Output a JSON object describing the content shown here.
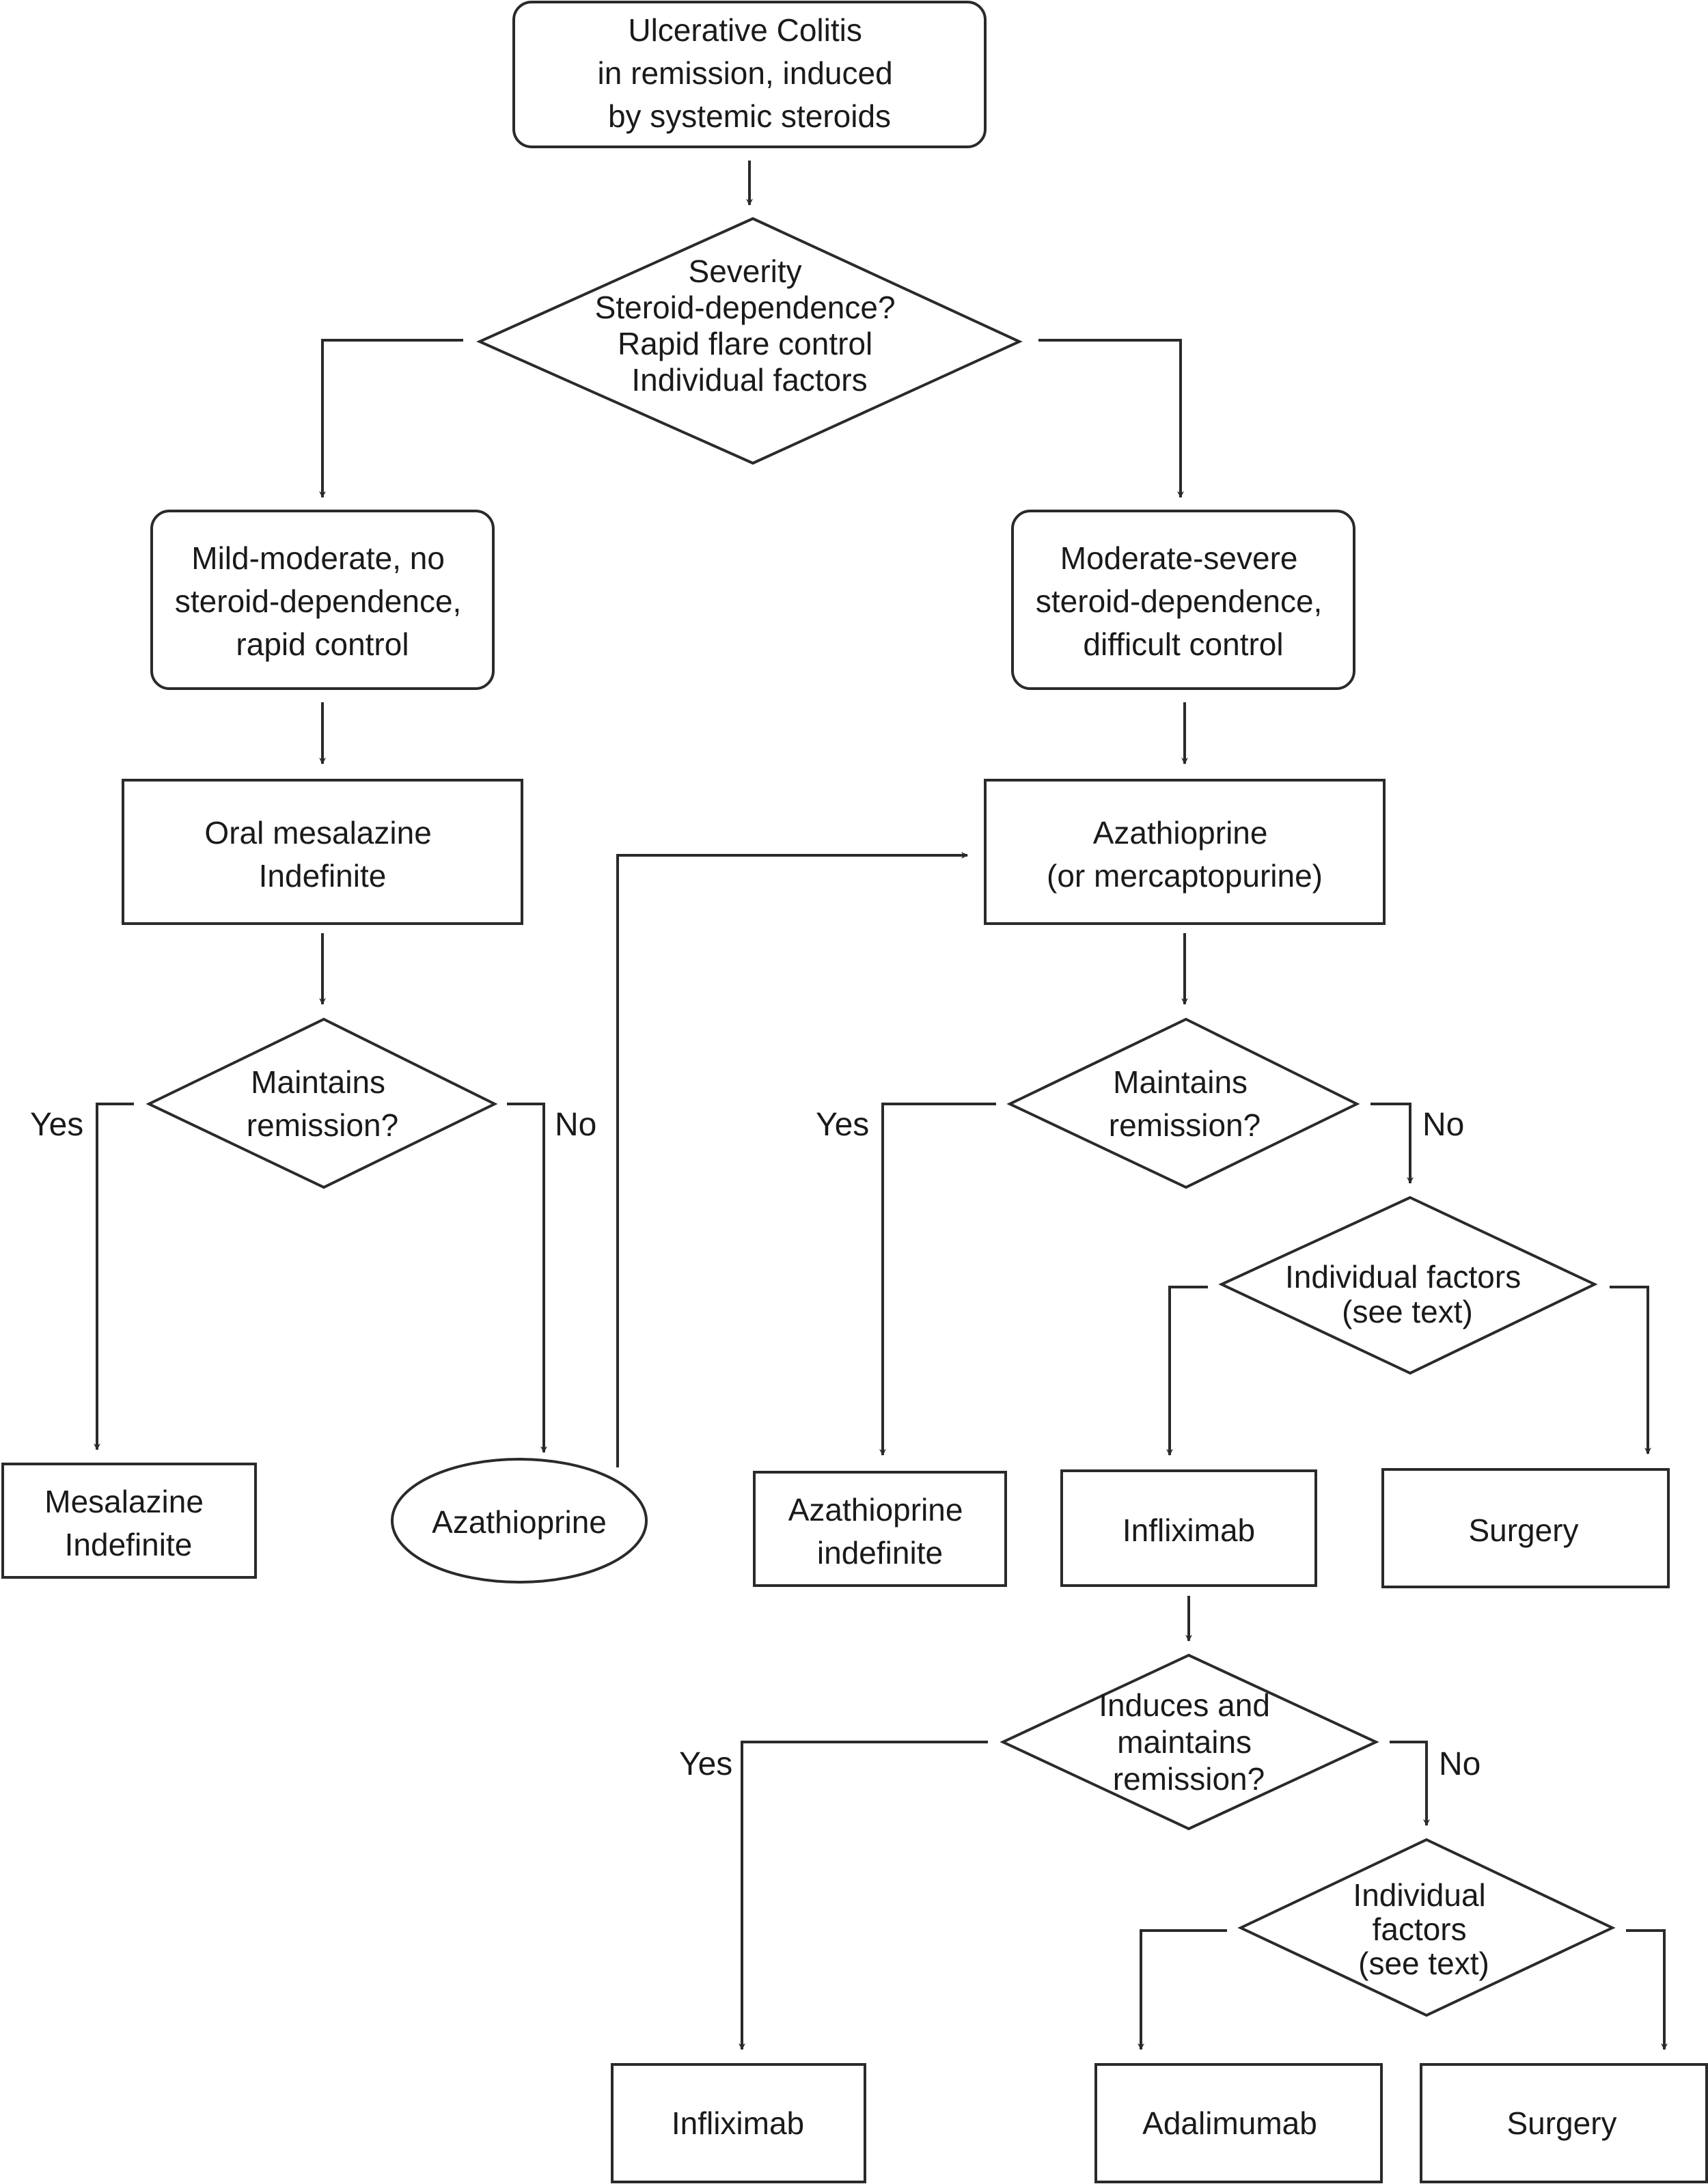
{
  "diagram": {
    "nodes": {
      "start": [
        "Ulcerative Colitis",
        "in remission, induced",
        "by systemic steroids"
      ],
      "severity": [
        "Severity",
        "Steroid-dependence?",
        "Rapid flare control",
        "Individual factors"
      ],
      "mild": [
        "Mild-moderate, no",
        "steroid-dependence,",
        "rapid control"
      ],
      "moderate": [
        "Moderate-severe",
        "steroid-dependence,",
        "difficult control"
      ],
      "oral_mesalazine": [
        "Oral mesalazine",
        "Indefinite"
      ],
      "aza_mercapto": [
        "Azathioprine",
        "(or mercaptopurine)"
      ],
      "maintains_left": [
        "Maintains",
        "remission?"
      ],
      "maintains_right": [
        "Maintains",
        "remission?"
      ],
      "individual_1": [
        "Individual factors",
        "(see text)"
      ],
      "mesalazine_indef": [
        "Mesalazine",
        "Indefinite"
      ],
      "azathioprine_oval": [
        "Azathioprine"
      ],
      "aza_indef": [
        "Azathioprine",
        "indefinite"
      ],
      "infliximab_1": [
        "Infliximab"
      ],
      "surgery_1": [
        "Surgery"
      ],
      "induces": [
        "Induces and",
        "maintains",
        "remission?"
      ],
      "individual_2": [
        "Individual",
        "factors",
        "(see text)"
      ],
      "infliximab_2": [
        "Infliximab"
      ],
      "adalimumab": [
        "Adalimumab"
      ],
      "surgery_2": [
        "Surgery"
      ]
    },
    "edge_labels": {
      "left_yes": "Yes",
      "left_no": "No",
      "right_yes": "Yes",
      "right_no": "No",
      "bottom_yes": "Yes",
      "bottom_no": "No"
    }
  }
}
